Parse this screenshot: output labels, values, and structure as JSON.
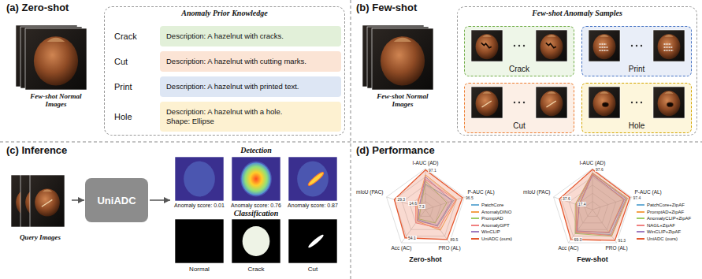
{
  "diagram": {
    "nodes": [
      {
        "text": [
          "Anomaly Prior Knowledge"
        ]
      },
      {
        "text": [
          "Crack",
          "Description: A hazelnut with cracks."
        ],
        "in": 0
      },
      {
        "text": [
          "Cut",
          "Description: A hazelnut with cutting marks."
        ],
        "in": 0
      },
      {
        "text": [
          "Print",
          "Description: A hazelnut with printed text."
        ],
        "in": 0
      },
      {
        "text": [
          "Hole",
          "Description: A hazelnut with a hole.",
          "Shape: Ellipse"
        ],
        "in": 0
      },
      {
        "text": [
          "Few-shot Anomaly Samples"
        ]
      },
      {
        "text": [
          "Crack"
        ],
        "in": 5
      },
      {
        "text": [
          "Print"
        ],
        "in": 5
      },
      {
        "text": [
          "Cut"
        ],
        "in": 5
      },
      {
        "text": [
          "Hole"
        ],
        "in": 5
      },
      {
        "text": [
          "Query Images"
        ]
      },
      {
        "text": [
          "UniADC"
        ]
      }
    ],
    "edges": [
      {
        "from": 10,
        "to": 11,
        "arrow": "to"
      }
    ],
    "labels": [
      "(a) Zero-shot",
      "Few-shot Normal Images",
      "(b) Few-shot",
      "Few-shot Normal Images",
      "(c) Inference",
      "Detection",
      "Anomaly score: 0.01",
      "Anomaly score: 0.76",
      "Anomaly score: 0.87",
      "Classification",
      "Normal",
      "Crack",
      "Cut",
      "(d) Performance",
      "I-AUC (AD)",
      "P-AUC (AL)",
      "PRO (AL)",
      "Acc (AC)",
      "mIoU (PAC)",
      "I-AUC (AD)",
      "P-AUC (AL)",
      "PRO (AL)",
      "Acc (AC)",
      "mIoU (PAC)",
      "97.1",
      "96.5",
      "89.5",
      "54.1",
      "29.3",
      "14.6",
      "7.3",
      "97.6",
      "97.4",
      "91.3",
      "69.3",
      "37.6",
      "17.4",
      "Zero-shot",
      "Few-shot"
    ],
    "legend": [
      {
        "text": "PatchCore",
        "color": "#6baed6"
      },
      {
        "text": "AnomalyDINO",
        "color": "#f4a14a"
      },
      {
        "text": "PromptAD",
        "color": "#9ccc65"
      },
      {
        "text": "AnomalyGPT",
        "color": "#f08080"
      },
      {
        "text": "WinCLIP",
        "color": "#9e7cc1"
      },
      {
        "text": "UniADC (ours)",
        "color": "#e4572e"
      },
      {
        "text": "PatchCore+ZipAF",
        "color": "#6baed6"
      },
      {
        "text": "PromptAD+ZipAF",
        "color": "#f4a14a"
      },
      {
        "text": "AnomalyCLIP+ZipAF",
        "color": "#9ccc65"
      },
      {
        "text": "NAGL+ZipAF",
        "color": "#f08080"
      },
      {
        "text": "WinCLIP+ZipAF",
        "color": "#9e7cc1"
      },
      {
        "text": "UniADC (ours)",
        "color": "#e4572e"
      }
    ]
  }
}
